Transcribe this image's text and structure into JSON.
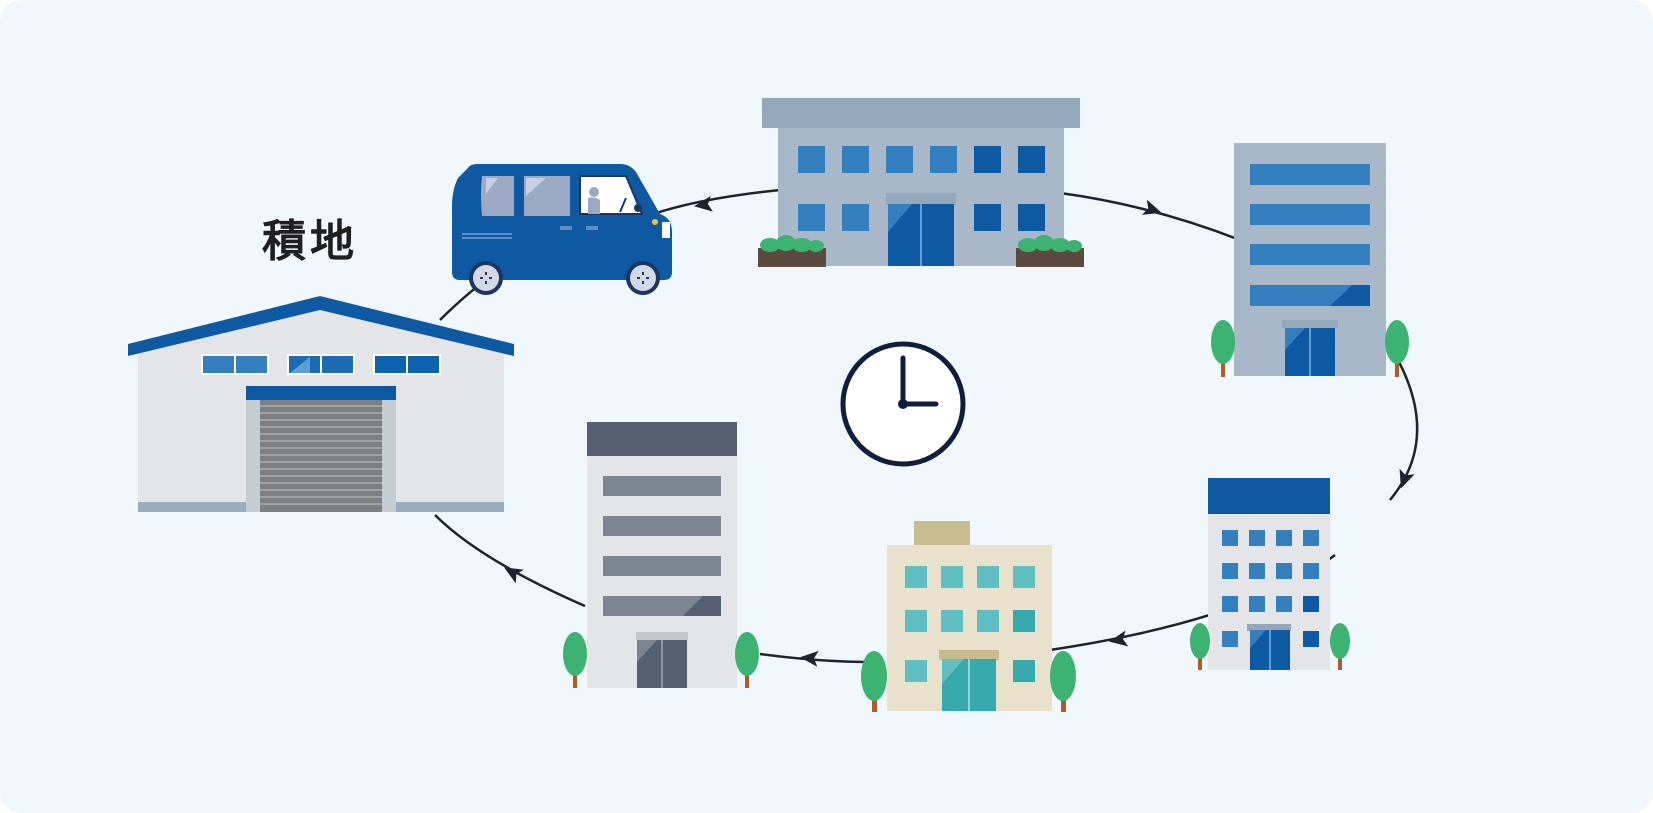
{
  "diagram": {
    "origin_label": "積地",
    "colors": {
      "background": "#f0f7fd",
      "route_line": "#1e2330",
      "brand_blue": "#0d5aa3",
      "clock_stroke": "#0f1e3c"
    },
    "nodes": [
      {
        "id": "warehouse",
        "icon": "warehouse-icon",
        "label": "積地"
      },
      {
        "id": "van",
        "icon": "delivery-van-icon"
      },
      {
        "id": "building-top",
        "icon": "office-building-icon"
      },
      {
        "id": "building-right-upper",
        "icon": "office-tower-icon"
      },
      {
        "id": "building-right-lower",
        "icon": "office-building-icon"
      },
      {
        "id": "building-bottom-center",
        "icon": "office-building-icon"
      },
      {
        "id": "building-bottom-left",
        "icon": "office-tower-icon"
      }
    ],
    "center_icon": "clock-icon"
  }
}
